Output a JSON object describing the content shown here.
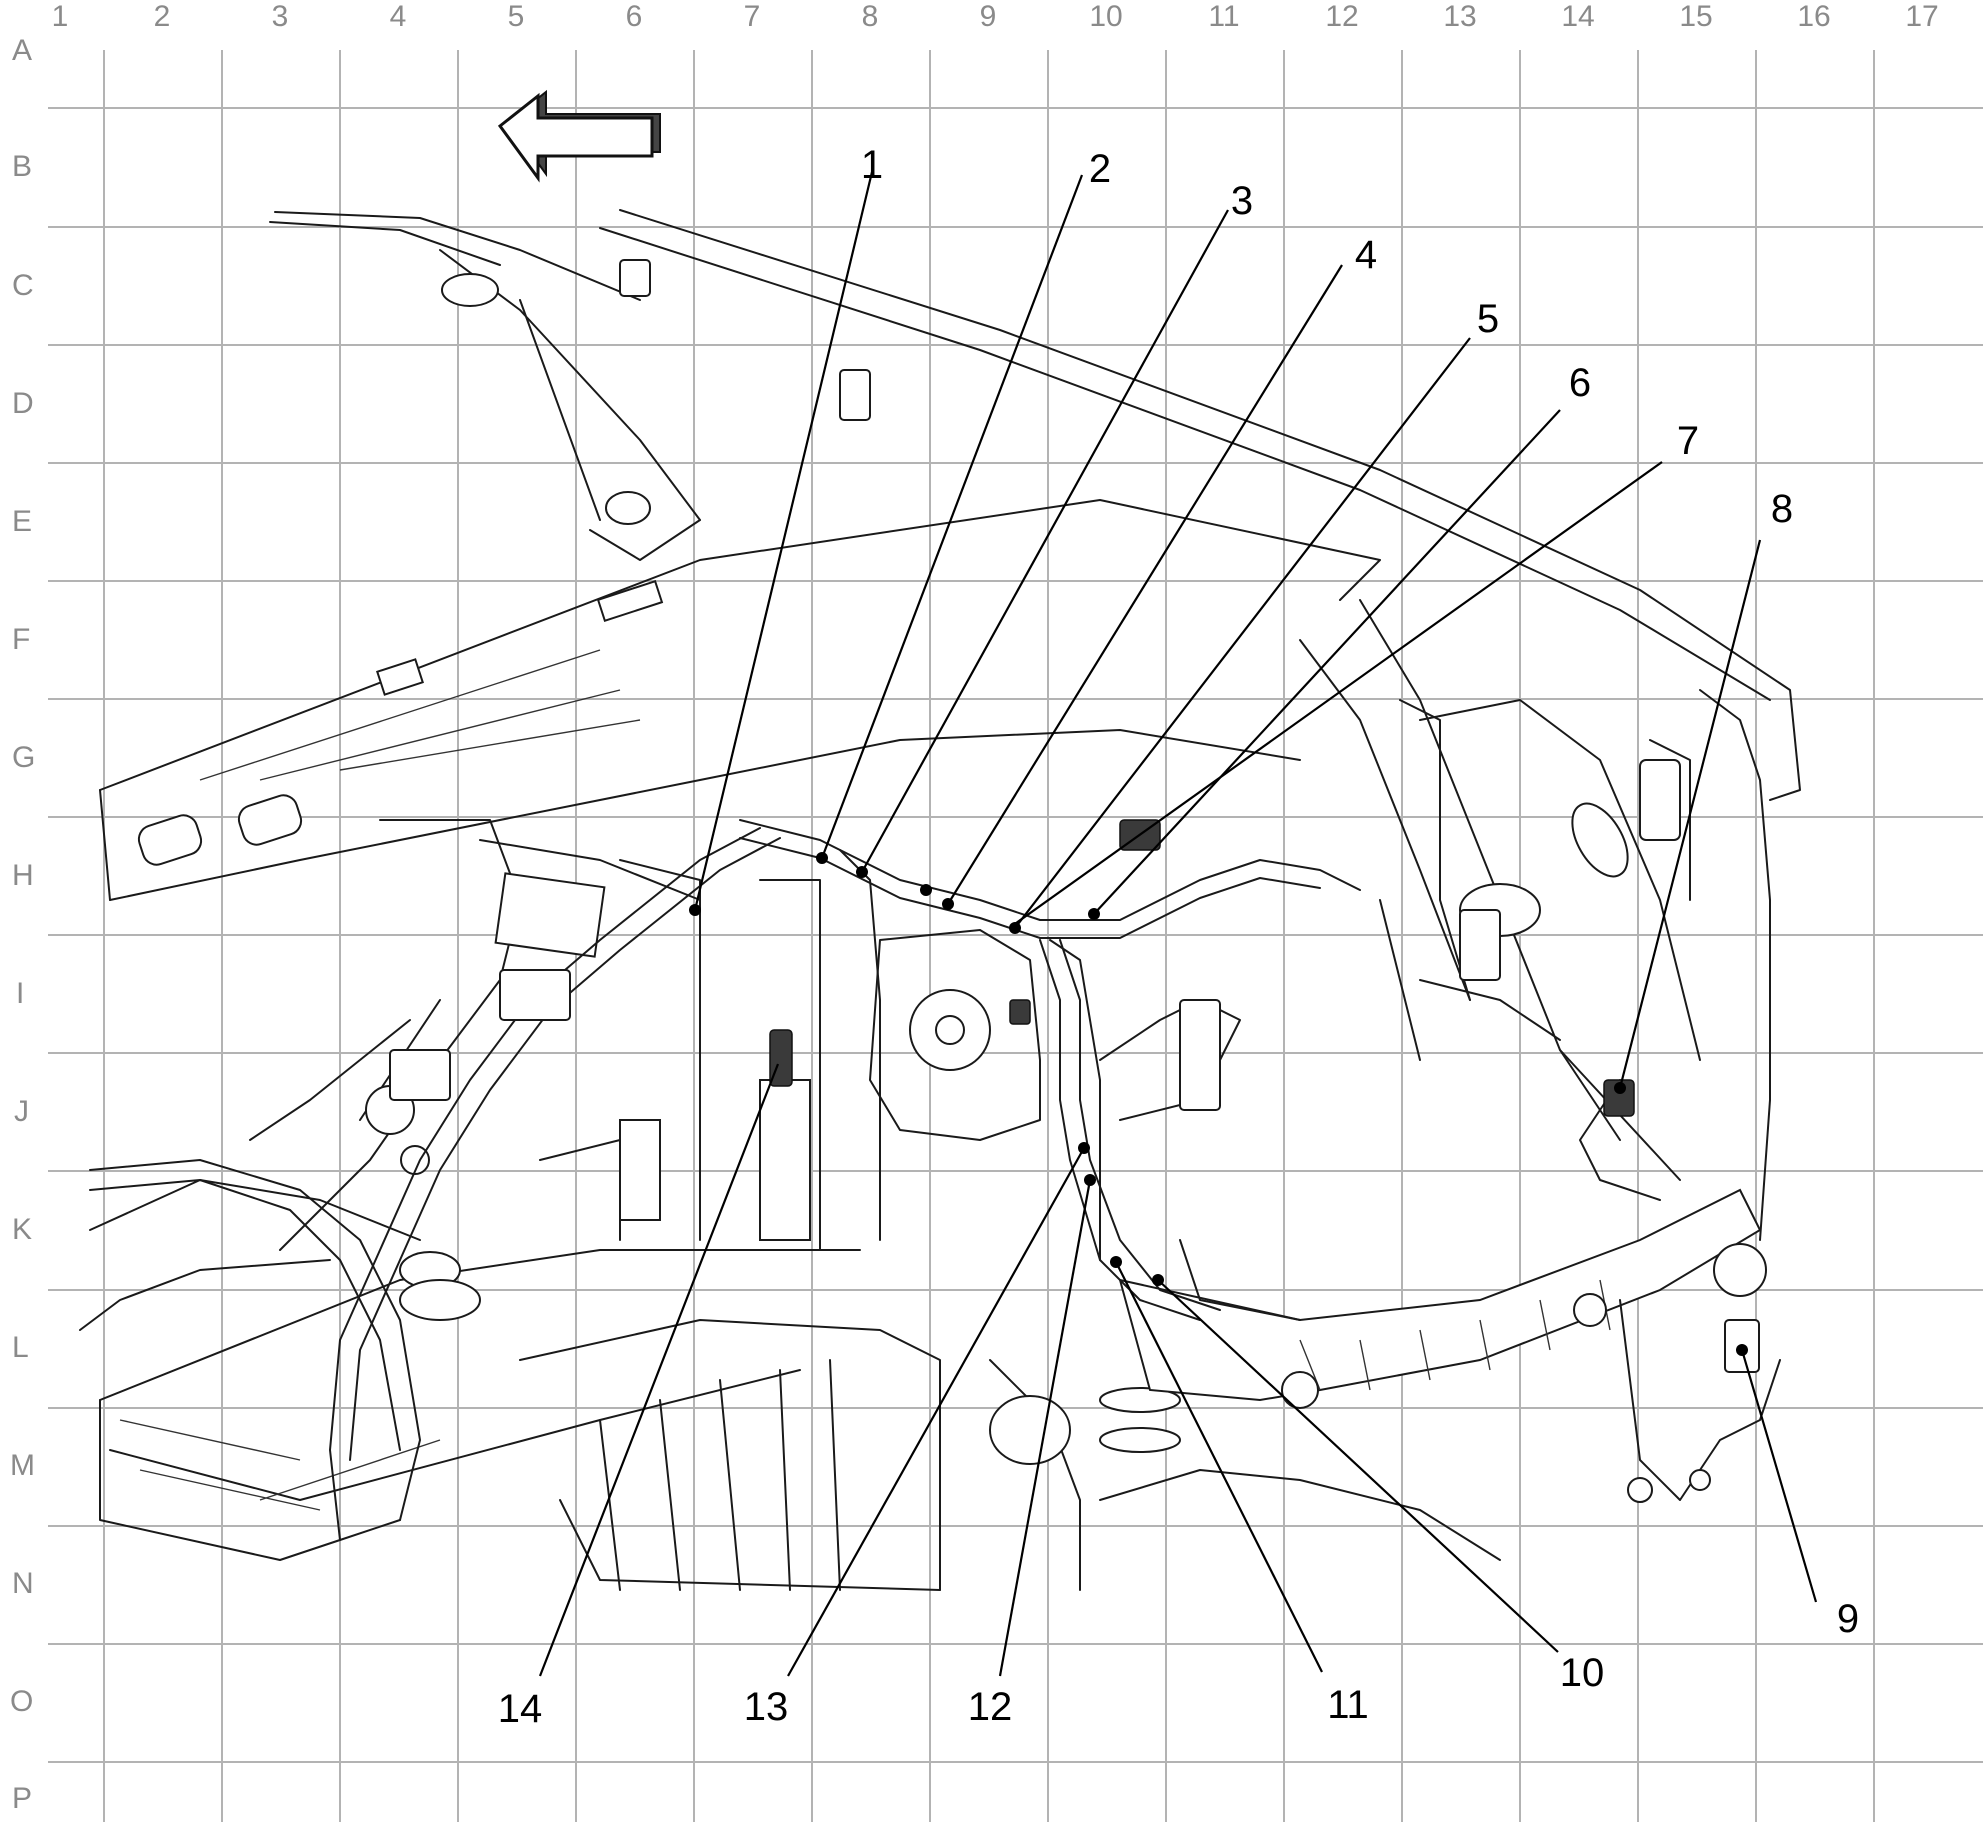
{
  "grid": {
    "columns": [
      "1",
      "2",
      "3",
      "4",
      "5",
      "6",
      "7",
      "8",
      "9",
      "10",
      "11",
      "12",
      "13",
      "14",
      "15",
      "16",
      "17"
    ],
    "rows": [
      "A",
      "B",
      "C",
      "D",
      "E",
      "F",
      "G",
      "H",
      "I",
      "J",
      "K",
      "L",
      "M",
      "N",
      "O",
      "P"
    ]
  },
  "callouts": [
    {
      "label": "1"
    },
    {
      "label": "2"
    },
    {
      "label": "3"
    },
    {
      "label": "4"
    },
    {
      "label": "5"
    },
    {
      "label": "6"
    },
    {
      "label": "7"
    },
    {
      "label": "8"
    },
    {
      "label": "9"
    },
    {
      "label": "10"
    },
    {
      "label": "11"
    },
    {
      "label": "12"
    },
    {
      "label": "13"
    },
    {
      "label": "14"
    }
  ],
  "icons": {
    "direction_arrow": "forward-arrow-icon"
  }
}
